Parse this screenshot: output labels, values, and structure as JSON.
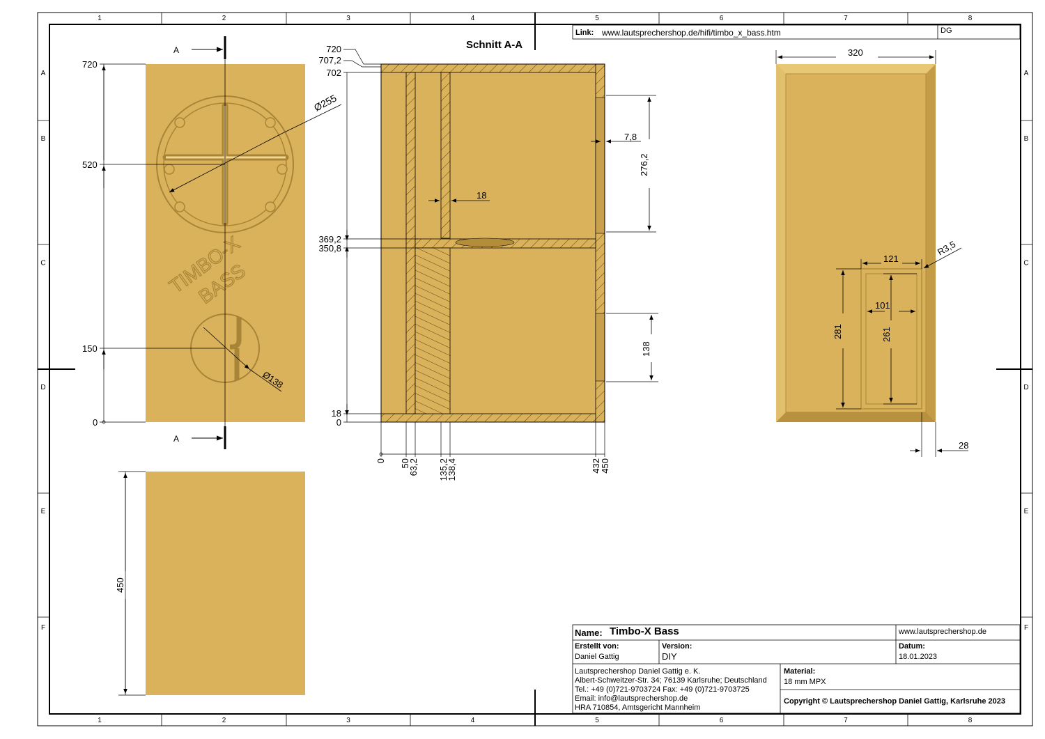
{
  "grid": {
    "columns": [
      "1",
      "2",
      "3",
      "4",
      "5",
      "6",
      "7",
      "8"
    ],
    "rows": [
      "A",
      "B",
      "C",
      "D",
      "E",
      "F"
    ]
  },
  "header": {
    "link_label": "Link:",
    "link_url": "www.lautsprechershop.de/hifi/timbo_x_bass.htm",
    "initials": "DG"
  },
  "front_view": {
    "section_marker": "A",
    "dim_720": "720",
    "dim_520": "520",
    "dim_150": "150",
    "dim_0": "0",
    "dia_255": "Ø255",
    "dia_138": "Ø138",
    "engraving_line1": "TIMBO-X",
    "engraving_line2": "BASS"
  },
  "bottom_view": {
    "dim_450": "450"
  },
  "section_view": {
    "title": "Schnitt A-A",
    "left_dims": [
      "720",
      "707,2",
      "702",
      "369,2",
      "350,8",
      "18",
      "0"
    ],
    "bottom_dims": [
      "0",
      "50",
      "63,2",
      "135,2",
      "138,4",
      "432",
      "450"
    ],
    "dim_18": "18",
    "dim_7_8": "7,8",
    "dim_276_2": "276,2",
    "dim_138": "138"
  },
  "back_view": {
    "dim_320": "320",
    "dim_121": "121",
    "dim_101": "101",
    "dim_281": "281",
    "dim_261": "261",
    "dim_r35": "R3,5",
    "dim_28": "28"
  },
  "title_block": {
    "name_label": "Name:",
    "name_value": "Timbo-X Bass",
    "website": "www.lautsprechershop.de",
    "created_label": "Erstellt von:",
    "created_value": "Daniel Gattig",
    "version_label": "Version:",
    "version_value": "DIY",
    "date_label": "Datum:",
    "date_value": "18.01.2023",
    "company_lines": [
      "Lautsprechershop Daniel Gattig e. K.",
      "Albert-Schweitzer-Str. 34; 76139 Karlsruhe; Deutschland",
      "Tel.: +49 (0)721-9703724 Fax: +49 (0)721-9703725",
      "Email: info@lautsprechershop.de",
      "HRA 710854, Amtsgericht Mannheim"
    ],
    "material_label": "Material:",
    "material_value": "18 mm MPX",
    "copyright": "Copyright © Lautsprechershop Daniel Gattig, Karlsruhe 2023"
  },
  "colors": {
    "wood": "#dbb25c",
    "wood_dark": "#b38d3a",
    "line": "#000000"
  }
}
